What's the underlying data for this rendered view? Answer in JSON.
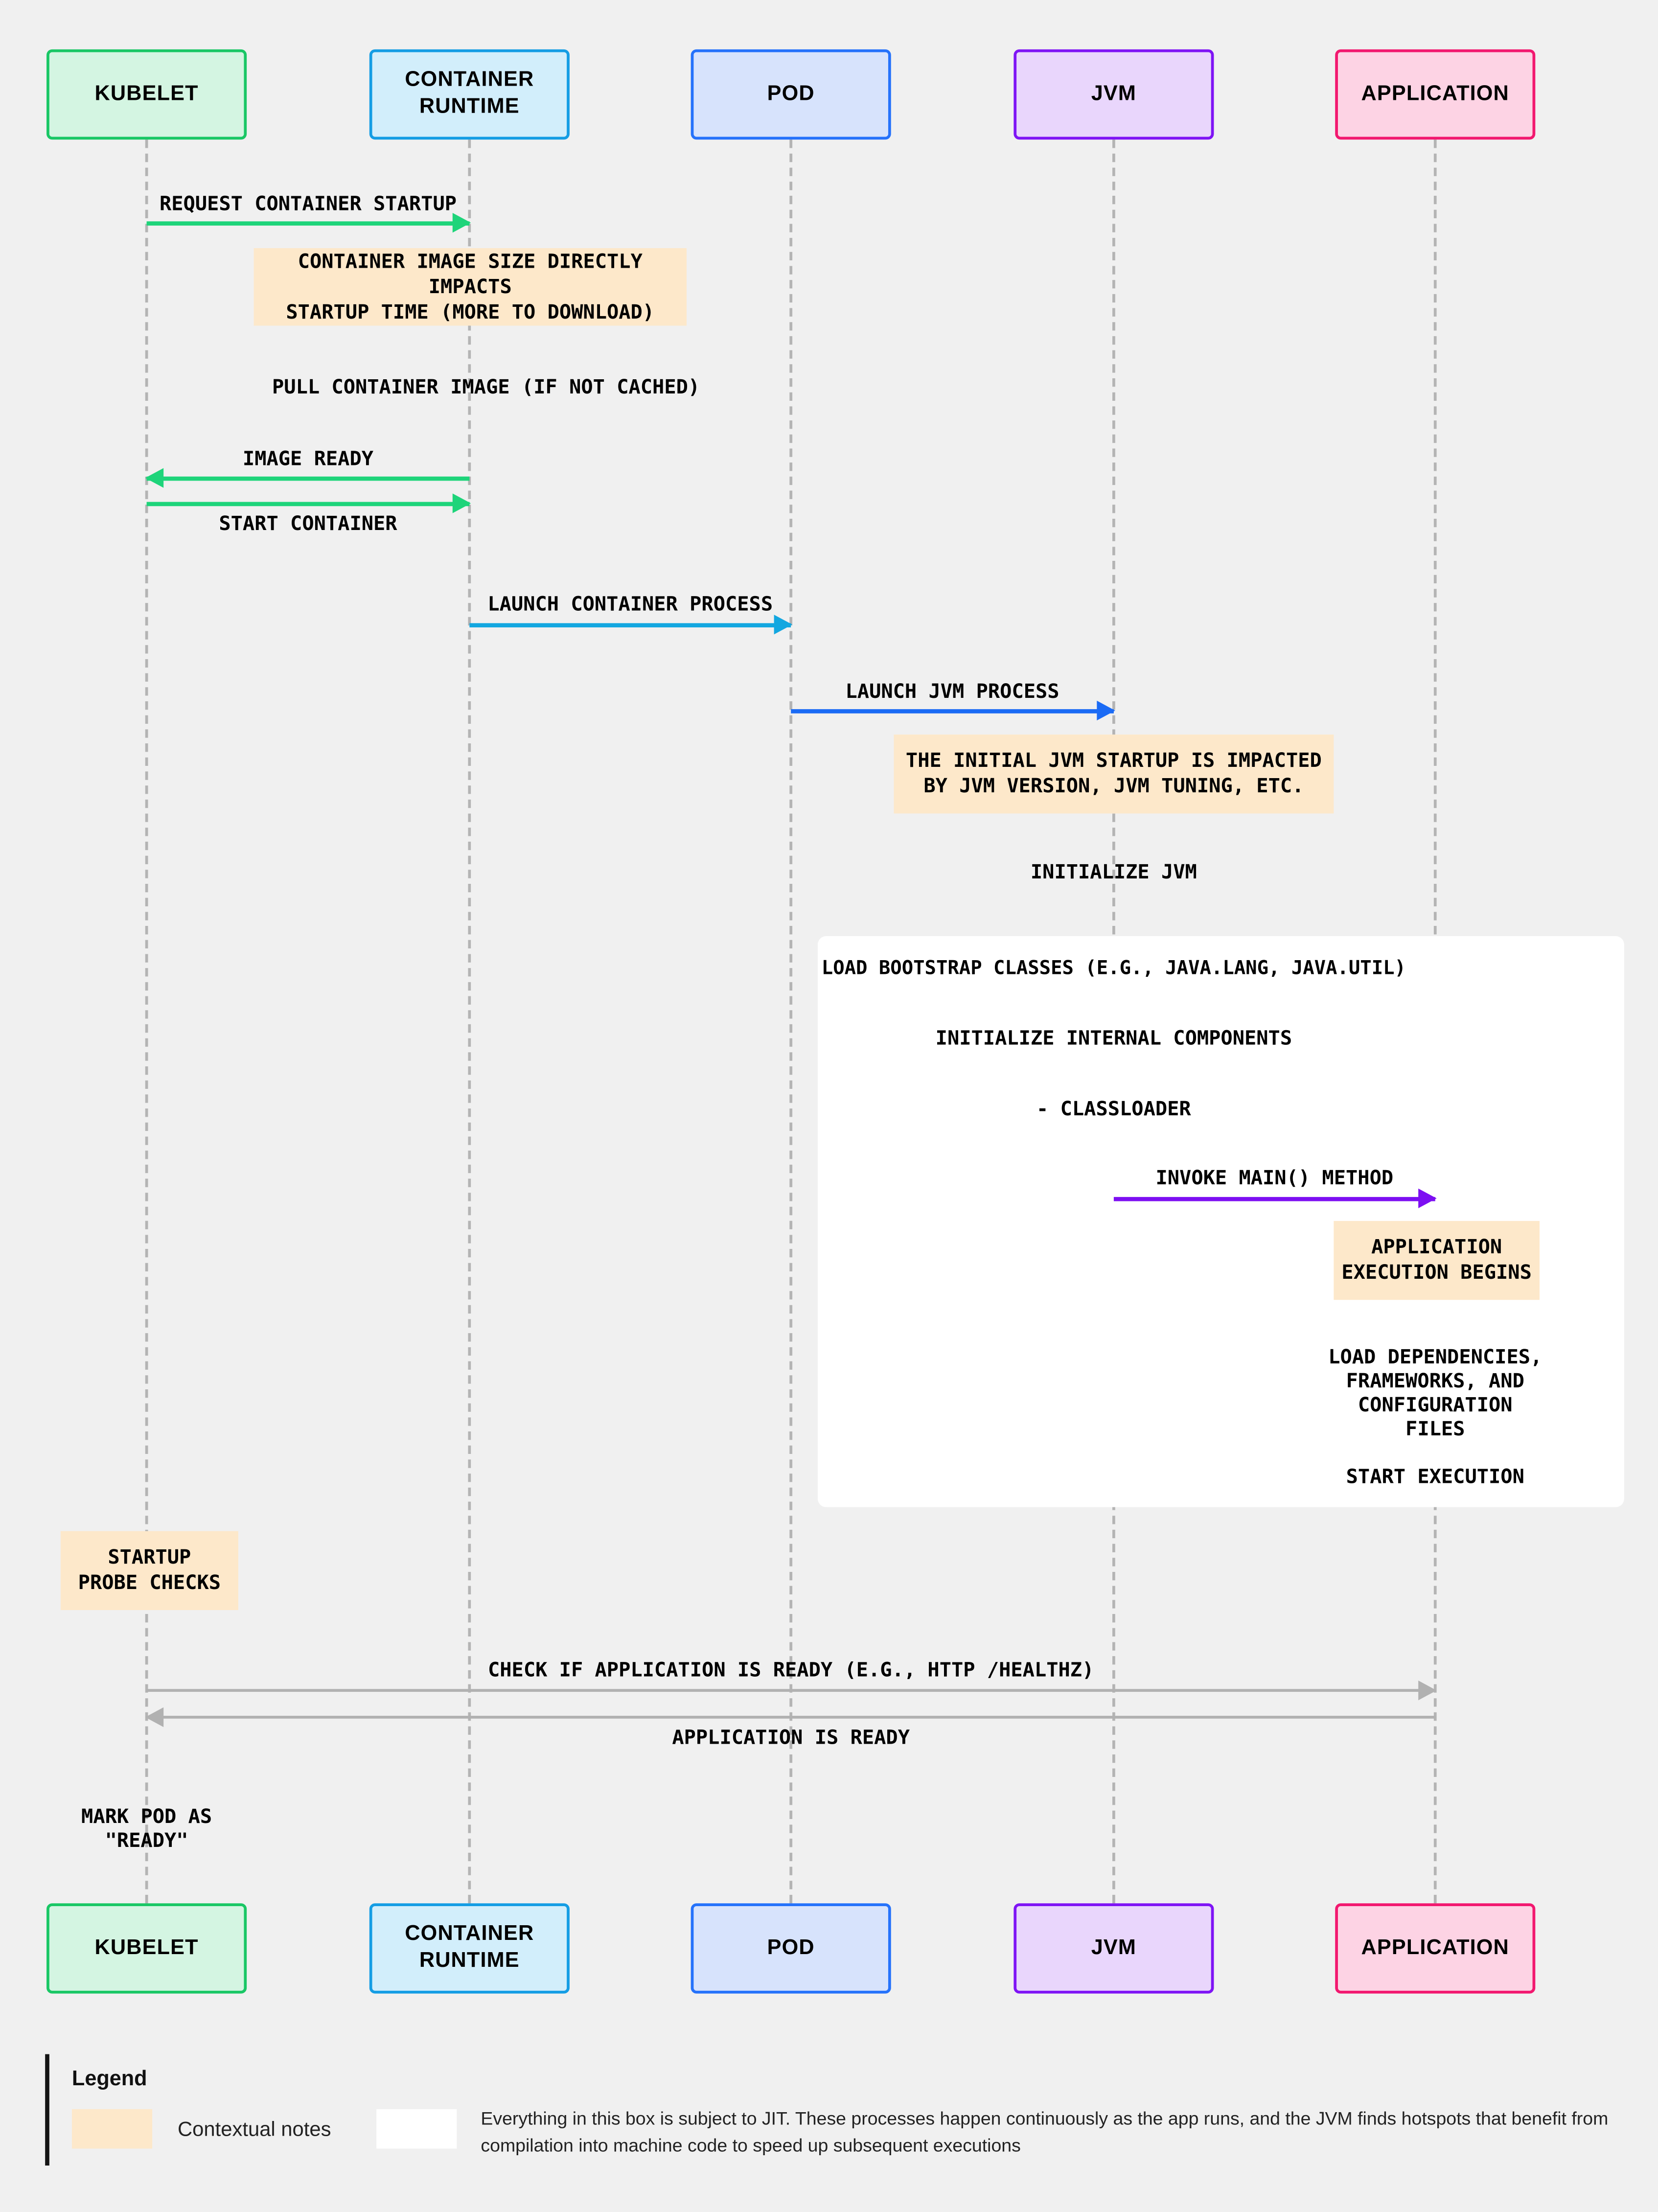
{
  "colors": {
    "background": "#f0f0f0",
    "lifeline": "#b4b4b4",
    "note_fill": "#fde8ca",
    "jit_box_fill": "#ffffff",
    "arrow_green": "#1ed47a",
    "arrow_cyan": "#13a7e0",
    "arrow_blue": "#1b6bf5",
    "arrow_purple": "#7d0ff2",
    "arrow_gray": "#b1b1b1",
    "kubelet_fill": "#d4f5e2",
    "kubelet_border": "#19c765",
    "container_runtime_fill": "#d2eefb",
    "container_runtime_border": "#149de4",
    "pod_fill": "#d7e3fc",
    "pod_border": "#2572fb",
    "jvm_fill": "#e9d6fc",
    "jvm_border": "#7f14f5",
    "application_fill": "#fdd3e4",
    "application_border": "#f2186f"
  },
  "actors": [
    {
      "id": "kubelet",
      "label": "KUBELET"
    },
    {
      "id": "container-runtime",
      "label": "CONTAINER RUNTIME"
    },
    {
      "id": "pod",
      "label": "POD"
    },
    {
      "id": "jvm",
      "label": "JVM"
    },
    {
      "id": "application",
      "label": "APPLICATION"
    }
  ],
  "messages": {
    "request_container_startup": "REQUEST CONTAINER STARTUP",
    "pull_container_image": "PULL CONTAINER IMAGE (IF NOT CACHED)",
    "image_ready": "IMAGE READY",
    "start_container": "START CONTAINER",
    "launch_container_process": "LAUNCH CONTAINER PROCESS",
    "launch_jvm_process": "LAUNCH JVM PROCESS",
    "initialize_jvm": "INITIALIZE JVM",
    "load_bootstrap_classes": "LOAD BOOTSTRAP CLASSES (E.G., JAVA.LANG, JAVA.UTIL)",
    "initialize_internal_components": "INITIALIZE INTERNAL COMPONENTS",
    "classloader": "- CLASSLOADER",
    "invoke_main_method": "INVOKE MAIN() METHOD",
    "load_dependencies_lines": [
      "LOAD DEPENDENCIES,",
      "FRAMEWORKS, AND",
      "CONFIGURATION FILES"
    ],
    "start_execution": "START EXECUTION",
    "check_ready": "CHECK IF APPLICATION IS READY (E.G., HTTP /HEALTHZ)",
    "application_is_ready": "APPLICATION IS READY",
    "mark_pod_lines": [
      "MARK POD AS",
      "\"READY\""
    ]
  },
  "notes": {
    "image_size": {
      "lines": [
        "CONTAINER IMAGE SIZE DIRECTLY IMPACTS",
        "STARTUP TIME (MORE TO DOWNLOAD)"
      ]
    },
    "jvm_startup": {
      "lines": [
        "THE INITIAL JVM STARTUP IS IMPACTED",
        "BY JVM VERSION, JVM TUNING, ETC."
      ]
    },
    "app_exec": {
      "lines": [
        "APPLICATION",
        "EXECUTION BEGINS"
      ]
    },
    "startup_probe": {
      "lines": [
        "STARTUP",
        "PROBE CHECKS"
      ]
    }
  },
  "legend": {
    "title": "Legend",
    "items": [
      {
        "swatch": "contextual-note-swatch",
        "label": "Contextual notes"
      },
      {
        "swatch": "jit-box-swatch",
        "label": "Everything in this box is subject to JIT. These processes happen continuously as the app runs, and the JVM finds hotspots that benefit from compilation into machine code to speed up subsequent executions"
      }
    ]
  }
}
